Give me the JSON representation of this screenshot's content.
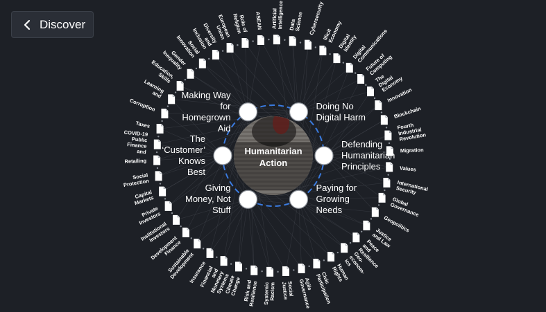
{
  "header": {
    "back_label": "Discover"
  },
  "center": {
    "title_line1": "Humanitarian",
    "title_line2": "Action"
  },
  "key_issues": [
    {
      "lines": [
        "Doing No",
        "Digital Harm"
      ]
    },
    {
      "lines": [
        "Defending",
        "Humanitarian",
        "Principles"
      ]
    },
    {
      "lines": [
        "Paying for",
        "Growing",
        "Needs"
      ]
    },
    {
      "lines": [
        "Giving",
        "Money, Not",
        "Stuff"
      ]
    },
    {
      "lines": [
        "The",
        "‘Customer’",
        "Knows",
        "Best"
      ]
    },
    {
      "lines": [
        "Making Way",
        "for",
        "Homegrown",
        "Aid"
      ]
    }
  ],
  "topics": [
    {
      "lines": [
        "Data",
        "Science"
      ]
    },
    {
      "lines": [
        "Cybersecurity"
      ]
    },
    {
      "lines": [
        "Illicit",
        "Economy"
      ]
    },
    {
      "lines": [
        "Digital",
        "Identity"
      ]
    },
    {
      "lines": [
        "Digital",
        "Communications"
      ]
    },
    {
      "lines": [
        "Future of",
        "Computing"
      ]
    },
    {
      "lines": [
        "The",
        "Digital",
        "Economy"
      ]
    },
    {
      "lines": [
        "Innovation"
      ]
    },
    {
      "lines": [
        "Blockchain"
      ]
    },
    {
      "lines": [
        "Fourth",
        "Industrial",
        "Revolution"
      ]
    },
    {
      "lines": [
        "Migration"
      ]
    },
    {
      "lines": [
        "Values"
      ]
    },
    {
      "lines": [
        "International",
        "Security"
      ]
    },
    {
      "lines": [
        "Global",
        "Governance"
      ]
    },
    {
      "lines": [
        "Geopolitics"
      ]
    },
    {
      "lines": [
        "Justice",
        "and Law"
      ]
    },
    {
      "lines": [
        "Peace",
        "and",
        "Resilience"
      ]
    },
    {
      "lines": [
        "Geo-",
        "econom-",
        "ics"
      ]
    },
    {
      "lines": [
        "Human",
        "Rights"
      ]
    },
    {
      "lines": [
        "Civic",
        "Participation"
      ]
    },
    {
      "lines": [
        "Agile",
        "Governance"
      ]
    },
    {
      "lines": [
        "Social",
        "Justice"
      ]
    },
    {
      "lines": [
        "Systemic",
        "Racism"
      ]
    },
    {
      "lines": [
        "Risk and",
        "Resilience"
      ]
    },
    {
      "lines": [
        "Climate",
        "Change"
      ]
    },
    {
      "lines": [
        "Financial",
        "and",
        "Monetary",
        "Systems"
      ]
    },
    {
      "lines": [
        "Insurance"
      ]
    },
    {
      "lines": [
        "Sustainable",
        "Development"
      ]
    },
    {
      "lines": [
        "Development",
        "Finance"
      ]
    },
    {
      "lines": [
        "Institutional",
        "Investors"
      ]
    },
    {
      "lines": [
        "Private",
        "Investors"
      ]
    },
    {
      "lines": [
        "Capital",
        "Markets"
      ]
    },
    {
      "lines": [
        "Social",
        "Protection"
      ]
    },
    {
      "lines": [
        "Retailing"
      ]
    },
    {
      "lines": [
        "COVID-19",
        "Public",
        "Finance",
        "and"
      ]
    },
    {
      "lines": [
        "Taxes"
      ]
    },
    {
      "lines": [
        "Corruption"
      ]
    },
    {
      "lines": [
        "Learning",
        "and"
      ]
    },
    {
      "lines": [
        "Education,",
        "Skills"
      ]
    },
    {
      "lines": [
        "Gender",
        "Inequality"
      ]
    },
    {
      "lines": [
        "Social",
        "Innovation"
      ]
    },
    {
      "lines": [
        "Diversity",
        "and",
        "Inclusion"
      ]
    },
    {
      "lines": [
        "European",
        "Union"
      ]
    },
    {
      "lines": [
        "Role of",
        "Religion"
      ]
    },
    {
      "lines": [
        "ASEAN"
      ]
    },
    {
      "lines": [
        "Artificial",
        "Intelligence"
      ]
    }
  ],
  "colors": {
    "background": "#1d2026",
    "ring": "#3a7be0",
    "node": "#ffffff",
    "link": "#5a5e66"
  }
}
